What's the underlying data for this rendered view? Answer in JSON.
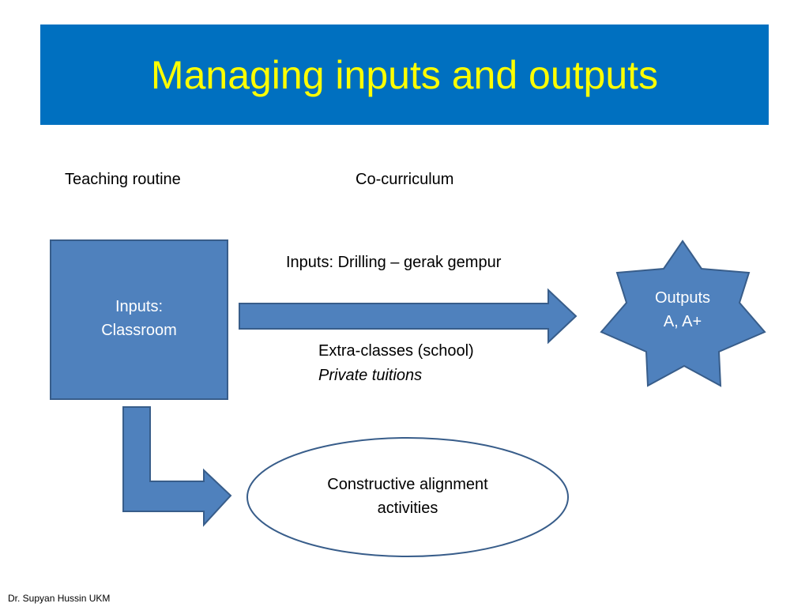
{
  "slide": {
    "title": "Managing inputs and outputs",
    "labels": {
      "teaching_routine": "Teaching routine",
      "co_curriculum": "Co-curriculum",
      "inputs_drilling": "Inputs: Drilling – gerak gempur",
      "extra_classes": "Extra-classes (school)",
      "private_tuitions": "Private tuitions"
    },
    "box": {
      "line1": "Inputs:",
      "line2": "Classroom"
    },
    "star": {
      "line1": "Outputs",
      "line2": "A, A+"
    },
    "ellipse": {
      "line1": "Constructive alignment",
      "line2": "activities"
    },
    "footer": "Dr. Supyan Hussin UKM"
  },
  "colors": {
    "title_background": "#0070c0",
    "title_text": "#ffff00",
    "shape_fill": "#4f81bd",
    "shape_stroke": "#385d8a",
    "ellipse_fill": "#ffffff",
    "shape_text": "#ffffff"
  }
}
